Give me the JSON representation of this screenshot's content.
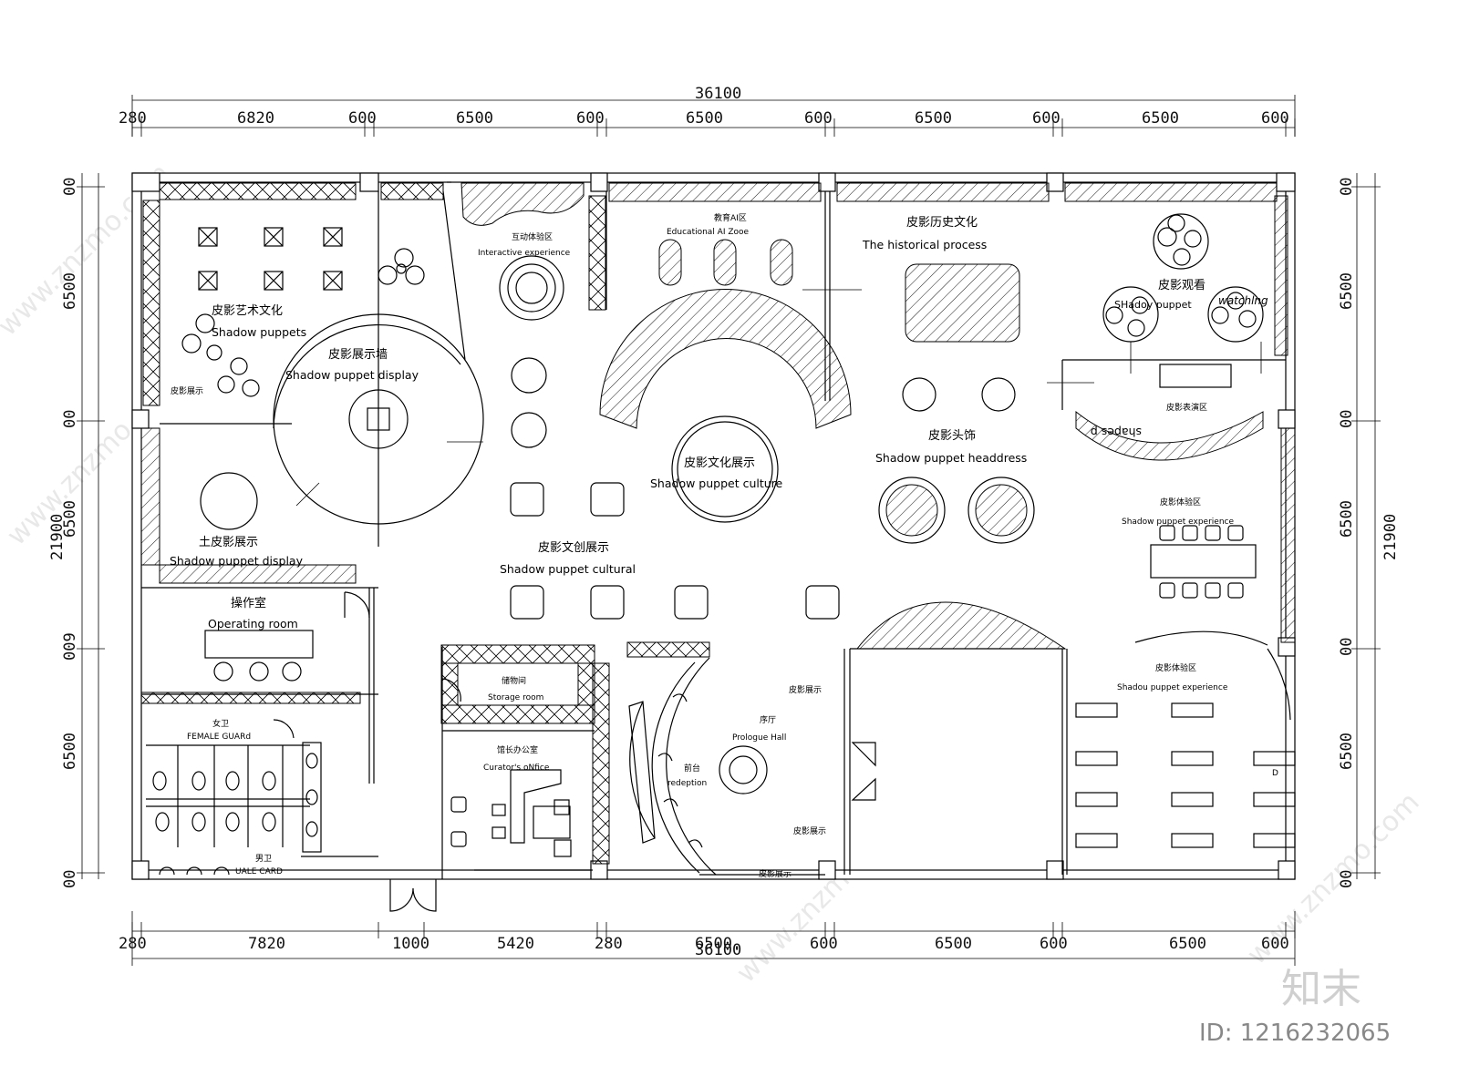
{
  "dimensions": {
    "total_top": "36100",
    "total_bottom": "36100",
    "top_segments": [
      "280",
      "6820",
      "600",
      "6500",
      "600",
      "6500",
      "600",
      "6500",
      "600",
      "6500",
      "600"
    ],
    "bottom_segments": [
      "280",
      "7820",
      "1000",
      "5420",
      "280",
      "6500.",
      "600",
      "6500",
      "600",
      "6500",
      "600"
    ],
    "left_total": "21900",
    "right_total": "21900",
    "left_segments": [
      "00",
      "6500",
      "00",
      "6500",
      "009",
      "6500",
      "00"
    ],
    "right_segments": [
      "00",
      "6500",
      "00",
      "6500",
      "00",
      "6500",
      "00"
    ]
  },
  "rooms": {
    "art_culture": {
      "cn": "皮影艺术文化",
      "en": "Shadow puppets"
    },
    "display_wall": {
      "cn": "皮影展示墙",
      "en": "Shadow puppet display"
    },
    "interactive": {
      "cn": "互动体验区",
      "en": "Interactive experience"
    },
    "edu_ai": {
      "cn": "教育AI区",
      "en": "Educational AI Zooe"
    },
    "history": {
      "cn": "皮影历史文化",
      "en": "The historical process"
    },
    "watching": {
      "cn": "皮影观看",
      "en": "SHadoy puppet",
      "extra": "watchlng"
    },
    "performance": {
      "cn": "皮影表演区",
      "en": "shapes p"
    },
    "headdress": {
      "cn": "皮影头饰",
      "en": "Shadow puppet headdress"
    },
    "culture_display": {
      "cn": "皮影文化展示",
      "en": "Shadow puppet culture"
    },
    "cultural_creative": {
      "cn": "皮影文创展示",
      "en": "Shadow puppet cultural"
    },
    "experience1": {
      "cn": "皮影体验区",
      "en": "Shadow puppet experience"
    },
    "experience2": {
      "cn": "皮影体验区",
      "en": "Shadou puppet experience"
    },
    "earth_display": {
      "cn": "土皮影展示",
      "en": "Shadow puppet display"
    },
    "small_display": {
      "cn": "皮影展示"
    },
    "operating": {
      "cn": "操作室",
      "en": "Operating room"
    },
    "storage": {
      "cn": "储物间",
      "en": "Storage room"
    },
    "curator": {
      "cn": "馆长办公室",
      "en": "Curator's oNfice"
    },
    "prologue": {
      "cn": "序厅",
      "en": "Prologue Hall"
    },
    "reception": {
      "cn": "前台",
      "en": "redeption"
    },
    "female_wc": {
      "cn": "女卫",
      "en": "FEMALE GUARd"
    },
    "male_wc": {
      "cn": "男卫",
      "en": "UALE CARD"
    },
    "pd1": {
      "cn": "皮影展示"
    },
    "pd2": {
      "cn": "皮影展示"
    },
    "pd3": {
      "cn": "皮影展示"
    }
  },
  "watermark": {
    "site": "www.znzmo.com",
    "brand": "知末",
    "id": "ID: 1216232065"
  }
}
